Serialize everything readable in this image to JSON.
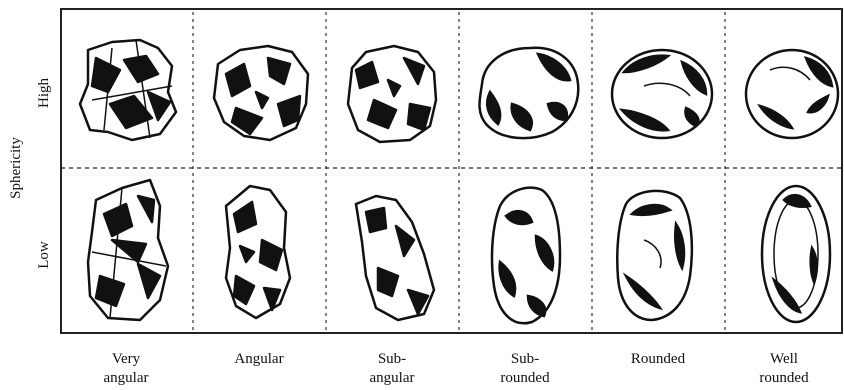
{
  "axis": {
    "vertical_title": "Sphericity",
    "rows": [
      "High",
      "Low"
    ]
  },
  "columns": [
    [
      "Very",
      "angular"
    ],
    [
      "Angular"
    ],
    [
      "Sub-",
      "angular"
    ],
    [
      "Sub-",
      "rounded"
    ],
    [
      "Rounded"
    ],
    [
      "Well",
      "rounded"
    ]
  ],
  "grains": {
    "high": [
      "very-angular",
      "angular",
      "sub-angular",
      "sub-rounded",
      "rounded",
      "well-rounded"
    ],
    "low": [
      "very-angular",
      "angular",
      "sub-angular",
      "sub-rounded",
      "rounded",
      "well-rounded"
    ]
  }
}
